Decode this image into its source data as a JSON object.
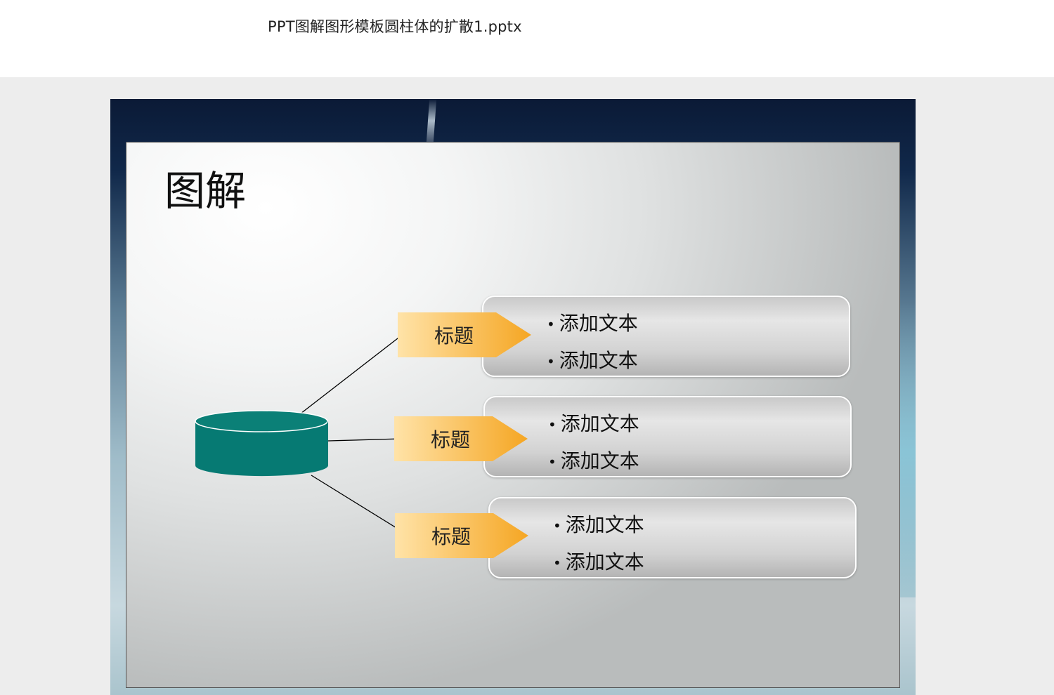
{
  "file": {
    "title": "PPT图解图形模板圆柱体的扩散1.pptx"
  },
  "slide": {
    "title": "图解",
    "colors": {
      "cylinder": "#067a73",
      "tag_light": "#ffe3a8",
      "tag_dark": "#f5a623"
    },
    "branches": [
      {
        "tag": "标题",
        "items": [
          "添加文本",
          "添加文本"
        ]
      },
      {
        "tag": "标题",
        "items": [
          "添加文本",
          "添加文本"
        ]
      },
      {
        "tag": "标题",
        "items": [
          "添加文本",
          "添加文本"
        ]
      }
    ],
    "bullet_symbol": "•"
  }
}
